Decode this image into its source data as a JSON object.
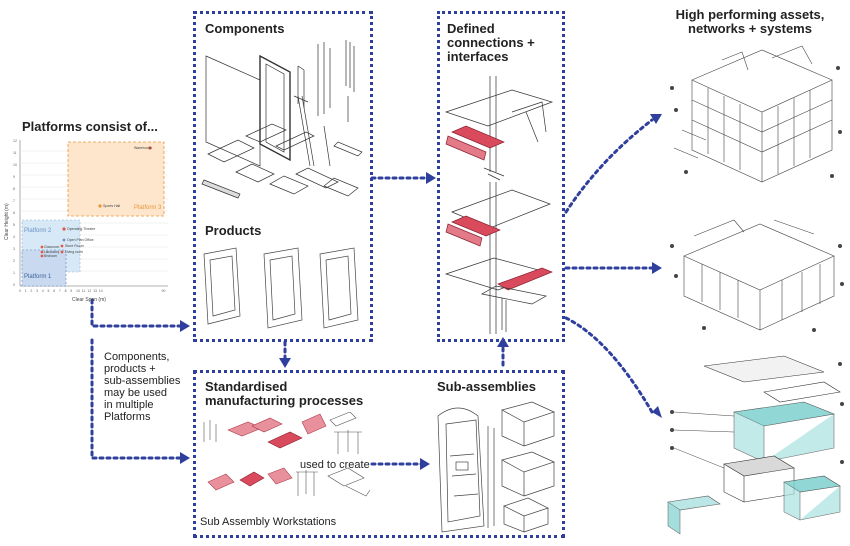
{
  "colors": {
    "connector": "#2f3f9e",
    "accent_red": "#d94a5c",
    "platform3_fill": "#fde6cc",
    "platform3_border": "#e8953a",
    "platform2_fill": "#d7e8f6",
    "platform1_fill": "#c9daf0",
    "teal": "#7dd1cf"
  },
  "platforms": {
    "title": "Platforms consist of...",
    "x_axis_label": "Clear Span (m)",
    "y_axis_label": "Clear Height (m)",
    "y_ticks": [
      "12",
      "11",
      "10",
      "9",
      "8",
      "7",
      "6",
      "5",
      "4",
      "3",
      "2",
      "1",
      "0"
    ],
    "x_ticks": [
      "0",
      "1",
      "2",
      "3",
      "4",
      "5",
      "6",
      "7",
      "8",
      "9",
      "10",
      "11",
      "12",
      "13",
      "14",
      "",
      "",
      "",
      "",
      "",
      "",
      "",
      "",
      "",
      "",
      "90"
    ],
    "regions": [
      {
        "name": "Platform 1",
        "label": "Platform 1"
      },
      {
        "name": "Platform 2",
        "label": "Platform 2"
      },
      {
        "name": "Platform 3",
        "label": "Platform 3"
      }
    ],
    "points": [
      {
        "label": "Warehouse",
        "color": "#e05a4a"
      },
      {
        "label": "Sports Hall",
        "color": "#e05a4a"
      },
      {
        "label": "Operating Theatre",
        "color": "#e05a4a"
      },
      {
        "label": "Open Plan Office",
        "color": "#e05a4a"
      },
      {
        "label": "Classroom",
        "color": "#e05a4a"
      },
      {
        "label": "Store Room",
        "color": "#e05a4a"
      },
      {
        "label": "Laboratory",
        "color": "#e05a4a"
      },
      {
        "label": "Bedroom",
        "color": "#e05a4a"
      },
      {
        "label": "Living room",
        "color": "#e05a4a"
      }
    ]
  },
  "side_note": {
    "lines": [
      "Components,",
      "products +",
      "sub-assemblies",
      "may be used",
      "in multiple",
      "Platforms"
    ]
  },
  "components_box": {
    "components_title": "Components",
    "products_title": "Products"
  },
  "connections_box": {
    "title_lines": [
      "Defined",
      "connections +",
      "interfaces"
    ]
  },
  "manufacturing_box": {
    "title_lines": [
      "Standardised",
      "manufacturing processes"
    ],
    "subassemblies_title": "Sub-assemblies",
    "used_to_create": "used to create",
    "workstations_label": "Sub Assembly Workstations"
  },
  "outputs": {
    "title_lines": [
      "High performing assets,",
      "networks + systems"
    ]
  }
}
